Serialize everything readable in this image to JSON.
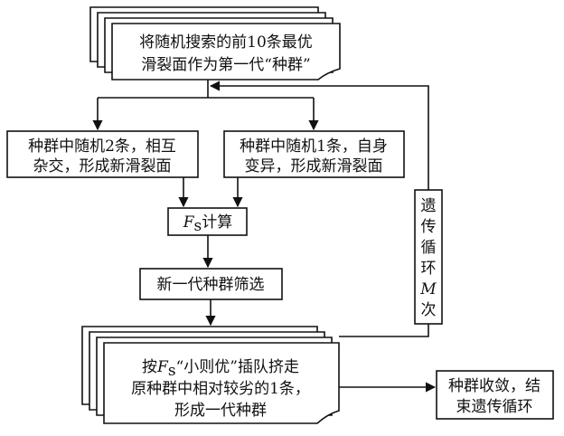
{
  "nodes": {
    "initial": {
      "line1": "将随机搜索的前10条最优",
      "line2": "滑裂面作为第一代“种群”"
    },
    "crossover": {
      "line1": "种群中随机2条，相互",
      "line2": "杂交，形成新滑裂面"
    },
    "mutation": {
      "line1": "种群中随机1条，自身",
      "line2": "变异，形成新滑裂面"
    },
    "fs_calc": {
      "symbol": "F",
      "subscript": "s",
      "label": "计算"
    },
    "selection": {
      "label": "新一代种群筛选"
    },
    "replace": {
      "line1_prefix": "按",
      "symbol": "F",
      "subscript": "s",
      "line1_suffix": "“小则优”插队挤走",
      "line2": "原种群中相对较劣的1条，",
      "line3": "形成一代种群"
    },
    "loop": {
      "chars": [
        "遗",
        "传",
        "循",
        "环",
        "M",
        "次"
      ]
    },
    "end": {
      "line1": "种群收敛，结",
      "line2": "束遗传循环"
    }
  }
}
